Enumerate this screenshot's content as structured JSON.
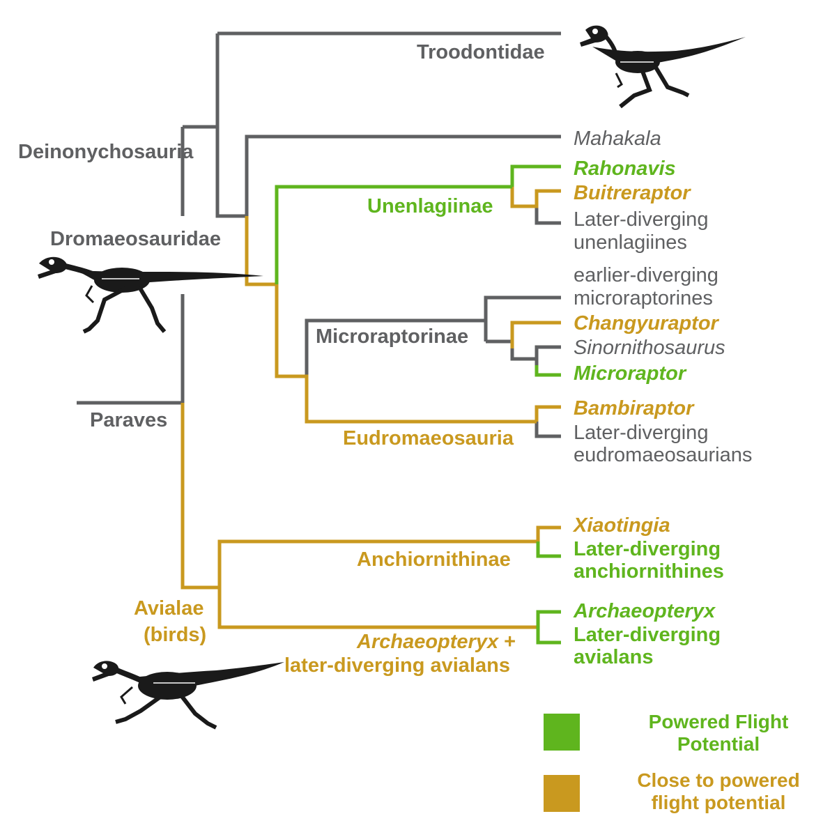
{
  "colors": {
    "gray": "#5f6062",
    "green": "#5fb51e",
    "gold": "#c9991f"
  },
  "clades": {
    "deinonychosauria": "Deinonychosauria",
    "dromaeosauridae": "Dromaeosauridae",
    "paraves": "Paraves",
    "avialae_line1": "Avialae",
    "avialae_line2": "(birds)",
    "unenlagiinae": "Unenlagiinae",
    "microraptorinae": "Microraptorinae",
    "eudromaeosauria": "Eudromaeosauria",
    "anchiornithinae": "Anchiornithinae",
    "archaeopteryx_clade_line1_italic": "Archaeopteryx",
    "archaeopteryx_clade_line1_rest": " +",
    "archaeopteryx_clade_line2": "later-diverging avialans"
  },
  "taxa": {
    "troodontidae": "Troodontidae",
    "mahakala": "Mahakala",
    "rahonavis": "Rahonavis",
    "buitreraptor": "Buitreraptor",
    "later_unenlagiines_line1": "Later-diverging",
    "later_unenlagiines_line2": "unenlagiines",
    "earlier_microraptorines_line1": "earlier-diverging",
    "earlier_microraptorines_line2": "microraptorines",
    "changyuraptor": "Changyuraptor",
    "sinornithosaurus": "Sinornithosaurus",
    "microraptor": "Microraptor",
    "bambiraptor": "Bambiraptor",
    "later_eudromaeosaurians_line1": "Later-diverging",
    "later_eudromaeosaurians_line2": "eudromaeosaurians",
    "xiaotingia": "Xiaotingia",
    "later_anchiornithines_line1": "Later-diverging",
    "later_anchiornithines_line2": "anchiornithines",
    "archaeopteryx": "Archaeopteryx",
    "later_avialans_line1": "Later-diverging",
    "later_avialans_line2": "avialans"
  },
  "legend": {
    "powered_line1": "Powered Flight",
    "powered_line2": "Potential",
    "close_line1": "Close to powered",
    "close_line2": "flight potential"
  },
  "icons": [
    "troodontid-skeleton-icon",
    "dromaeosaurid-skeleton-icon",
    "avialan-skeleton-icon"
  ]
}
